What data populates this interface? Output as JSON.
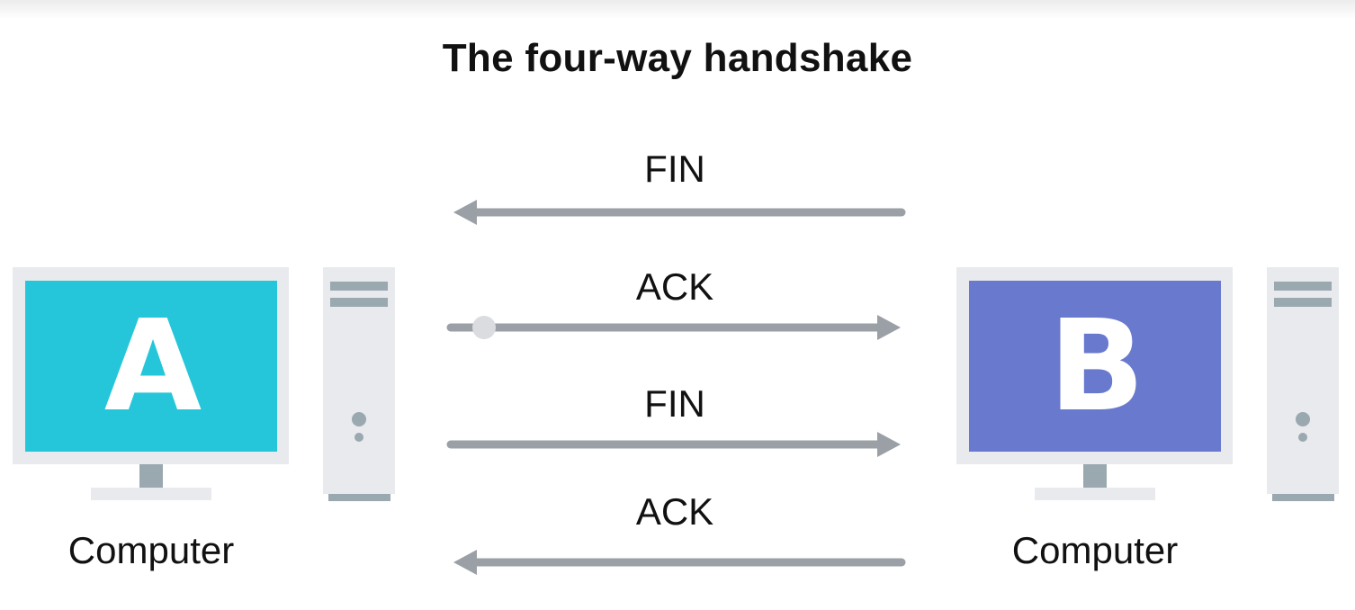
{
  "title": "The four-way handshake",
  "computer_a": {
    "letter": "A",
    "label": "Computer",
    "screen_color": "#26c6da"
  },
  "computer_b": {
    "letter": "B",
    "label": "Computer",
    "screen_color": "#6979cd"
  },
  "messages": [
    {
      "label": "FIN",
      "direction": "B-to-A"
    },
    {
      "label": "ACK",
      "direction": "A-to-B"
    },
    {
      "label": "FIN",
      "direction": "A-to-B"
    },
    {
      "label": "ACK",
      "direction": "B-to-A"
    }
  ],
  "colors": {
    "arrow": "#9aa0a6",
    "monitor_frame": "#e8eaed",
    "tower_body": "#e8eaed",
    "tower_accent": "#9aa8b0",
    "stand": "#9aa8b0"
  }
}
